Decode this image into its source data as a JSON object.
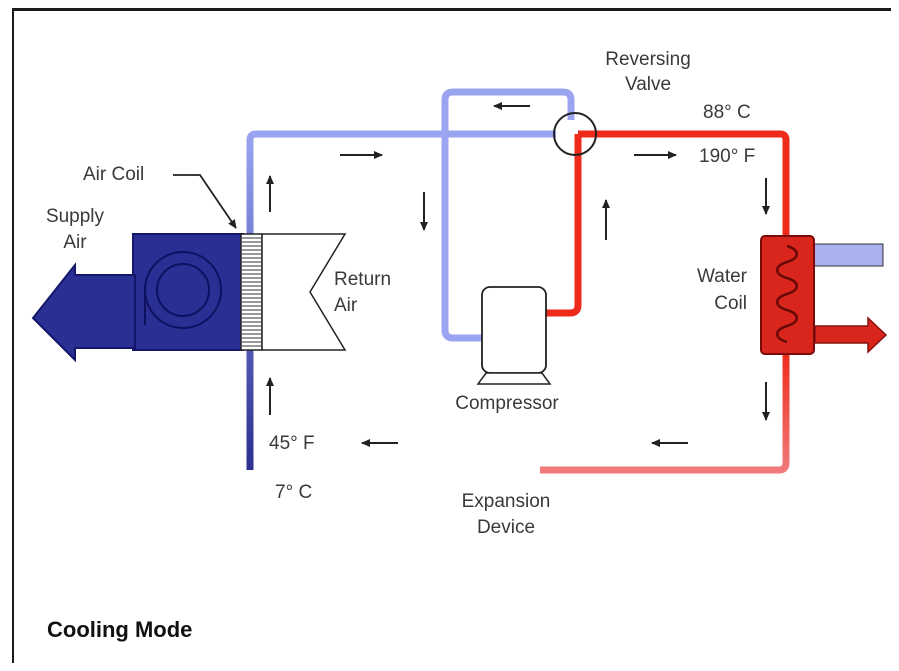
{
  "diagram": {
    "title": "Cooling Mode",
    "labels": {
      "air_coil": "Air Coil",
      "supply_air_1": "Supply",
      "supply_air_2": "Air",
      "return_air_1": "Return",
      "return_air_2": "Air",
      "reversing_valve_1": "Reversing",
      "reversing_valve_2": "Valve",
      "temp_hot_c": "88° C",
      "temp_hot_f": "190° F",
      "water_coil_1": "Water",
      "water_coil_2": "Coil",
      "compressor": "Compressor",
      "temp_cold_f": "45° F",
      "temp_cold_c": "7° C",
      "expansion_device_1": "Expansion",
      "expansion_device_2": "Device"
    },
    "colors": {
      "cold_line": "#2b2f8f",
      "cool_line": "#9aa4f0",
      "hot_line": "#ee2a1a",
      "warm_line": "#f07a7a",
      "air_handler": "#2a2f93",
      "water_coil": "#d8261c"
    }
  }
}
